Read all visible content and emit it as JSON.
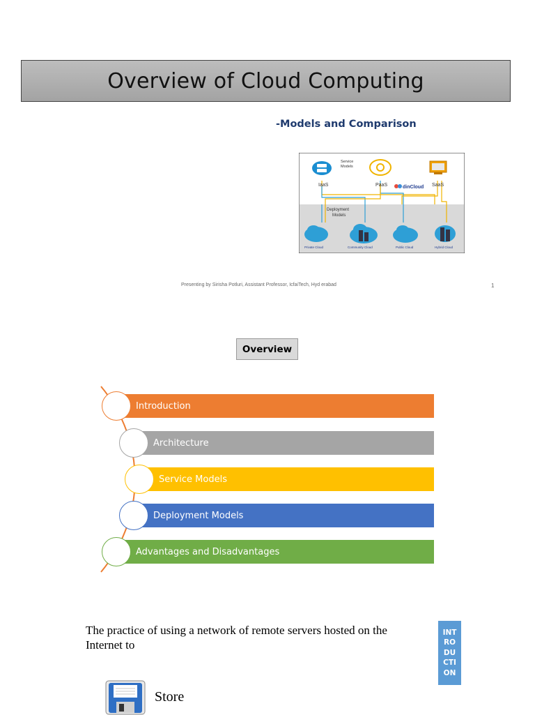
{
  "slide1": {
    "title": "Overview of Cloud Computing",
    "subtitle": "-Models and Comparison",
    "diagram": {
      "service_models_label": "Service Models",
      "deployment_models_label": "Deployment Models",
      "service_models": [
        "IaaS",
        "PaaS",
        "SaaS"
      ],
      "brand": "dinCloud",
      "clouds": [
        "Private Cloud",
        "Community Cloud",
        "Public Cloud",
        "Hybrid Cloud"
      ]
    },
    "footer_presenter": "Presenting by Sirisha Potluri, Assistant Professor, IcfaiTech, Hyd erabad",
    "footer_page": "1"
  },
  "slide2": {
    "heading": "Overview",
    "items": [
      {
        "label": "Introduction",
        "color": "#ed7d31"
      },
      {
        "label": "Architecture",
        "color": "#a5a5a5"
      },
      {
        "label": "Service Models",
        "color": "#ffc000"
      },
      {
        "label": "Deployment Models",
        "color": "#4472c4"
      },
      {
        "label": "Advantages and Disadvantages",
        "color": "#70ad47"
      }
    ]
  },
  "slide3": {
    "intro_text": "The practice of using a network of remote servers hosted on the Internet to",
    "badge_lines": [
      "INT",
      "RO",
      "DU",
      "CTI",
      "ON"
    ],
    "badge_color": "#5b9bd5",
    "store_label": "Store",
    "store_icon": "floppy-disk-icon"
  }
}
